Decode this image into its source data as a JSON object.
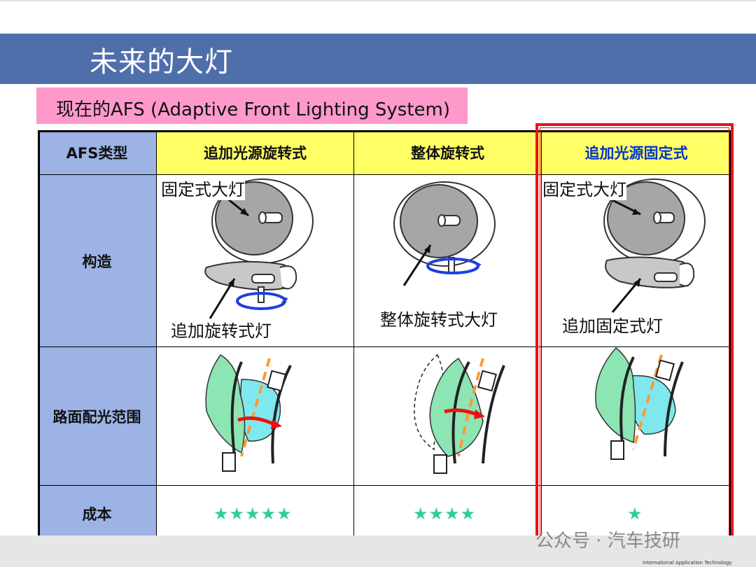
{
  "header": {
    "title": "未来的大灯"
  },
  "subtitle": "现在的AFS (Adaptive Front Lighting System)",
  "table": {
    "corner": "AFS类型",
    "columns": [
      "追加光源旋转式",
      "整体旋转式",
      "追加光源固定式"
    ],
    "rows": [
      "构造",
      "路面配光范围",
      "成本"
    ],
    "structure_labels": {
      "col1_top": "固定式大灯",
      "col1_bottom": "追加旋转式灯",
      "col2_bottom": "整体旋转式大灯",
      "col3_top": "固定式大灯",
      "col3_bottom": "追加固定式灯"
    },
    "cost": [
      "★★★★★",
      "★★★★",
      "★"
    ]
  },
  "colors": {
    "title_band": "#4f6fab",
    "subtitle_bg": "#ff99cc",
    "header_bg": "#ffff66",
    "row_header_bg": "#9db3e6",
    "highlight_column_header": "#0033cc",
    "highlight_border": "#ee1111",
    "star": "#33cc99"
  },
  "watermark": "公众号 · 汽车技研",
  "footer": "International Application Technology"
}
